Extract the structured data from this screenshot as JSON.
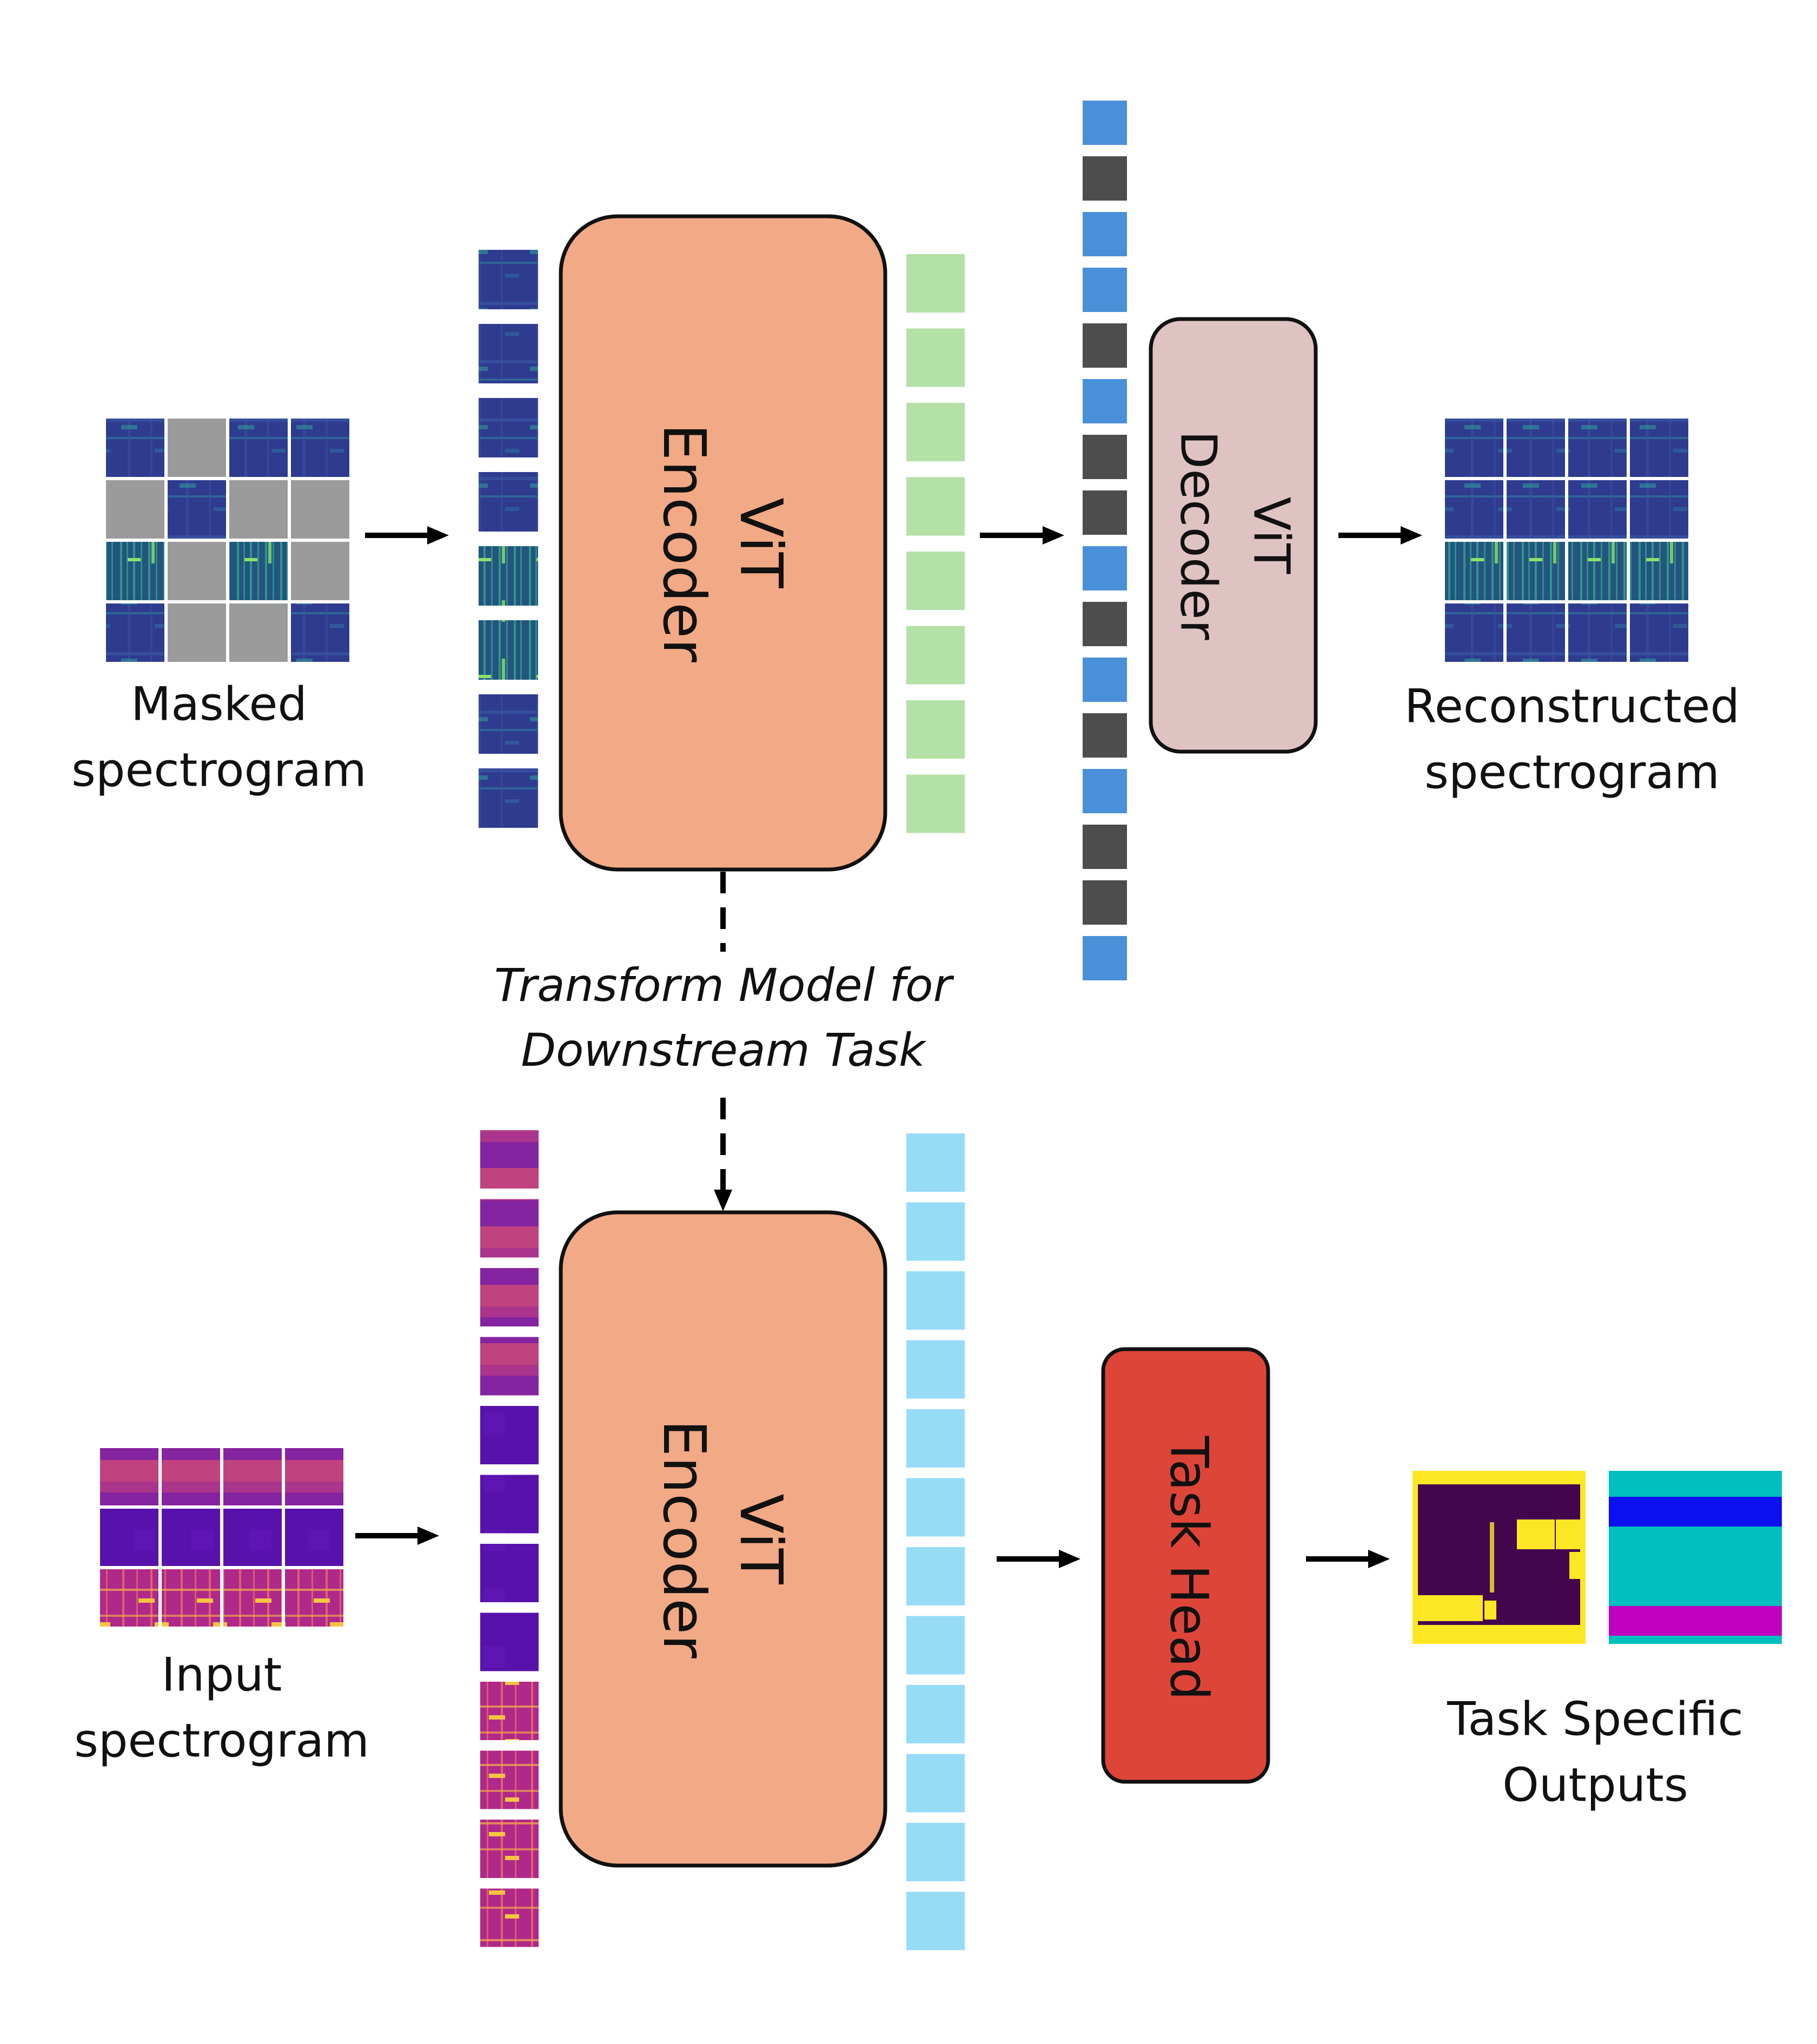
{
  "pretraining": {
    "masked_label": [
      "Masked",
      "spectrogram"
    ],
    "encoder_label": [
      "ViT",
      "Encoder"
    ],
    "decoder_label": [
      "ViT",
      "Decoder"
    ],
    "reconstructed_label": [
      "Reconstructed",
      "spectrogram"
    ],
    "masked_grid": [
      [
        "patch",
        "mask",
        "patch",
        "patch"
      ],
      [
        "mask",
        "patch",
        "mask",
        "mask"
      ],
      [
        "patch-green",
        "mask",
        "patch-green",
        "mask"
      ],
      [
        "patch",
        "mask",
        "mask",
        "patch"
      ]
    ],
    "encoder_input_patch_count": 8,
    "encoder_output_token_count": 8,
    "decoder_input_tokens": [
      "visible",
      "mask",
      "visible",
      "visible",
      "mask",
      "visible",
      "mask",
      "mask",
      "visible",
      "mask",
      "visible",
      "mask",
      "visible",
      "mask",
      "mask",
      "visible"
    ]
  },
  "transfer": {
    "label": [
      "Transform Model for",
      "Downstream Task"
    ]
  },
  "downstream": {
    "input_label": [
      "Input",
      "spectrogram"
    ],
    "encoder_label": [
      "ViT",
      "Encoder"
    ],
    "head_label": "Task Head",
    "outputs_label": [
      "Task Specific",
      "Outputs"
    ],
    "encoder_input_patch_count": 12,
    "encoder_output_token_count": 12
  },
  "colors": {
    "encoder_fill": "#f2a985",
    "decoder_fill": "#dfc3c3",
    "task_head_fill": "#dd4539",
    "latent_token": "#b3e1a6",
    "visible_token": "#4a90d9",
    "mask_token": "#4d4d4d",
    "downstream_token": "#97dcf7",
    "mask_patch": "#9b9b9b",
    "spectro_navy": "#2d3f8c",
    "spectro_teal": "#1f6b8a",
    "spectro_purple": "#5a14b4",
    "spectro_magenta": "#b23a8e",
    "seg_dark": "#44054f",
    "seg_yellow": "#fde724",
    "cls_cyan": "#00bfbf",
    "cls_blue": "#0a10f0",
    "cls_magenta": "#bf00bf"
  }
}
